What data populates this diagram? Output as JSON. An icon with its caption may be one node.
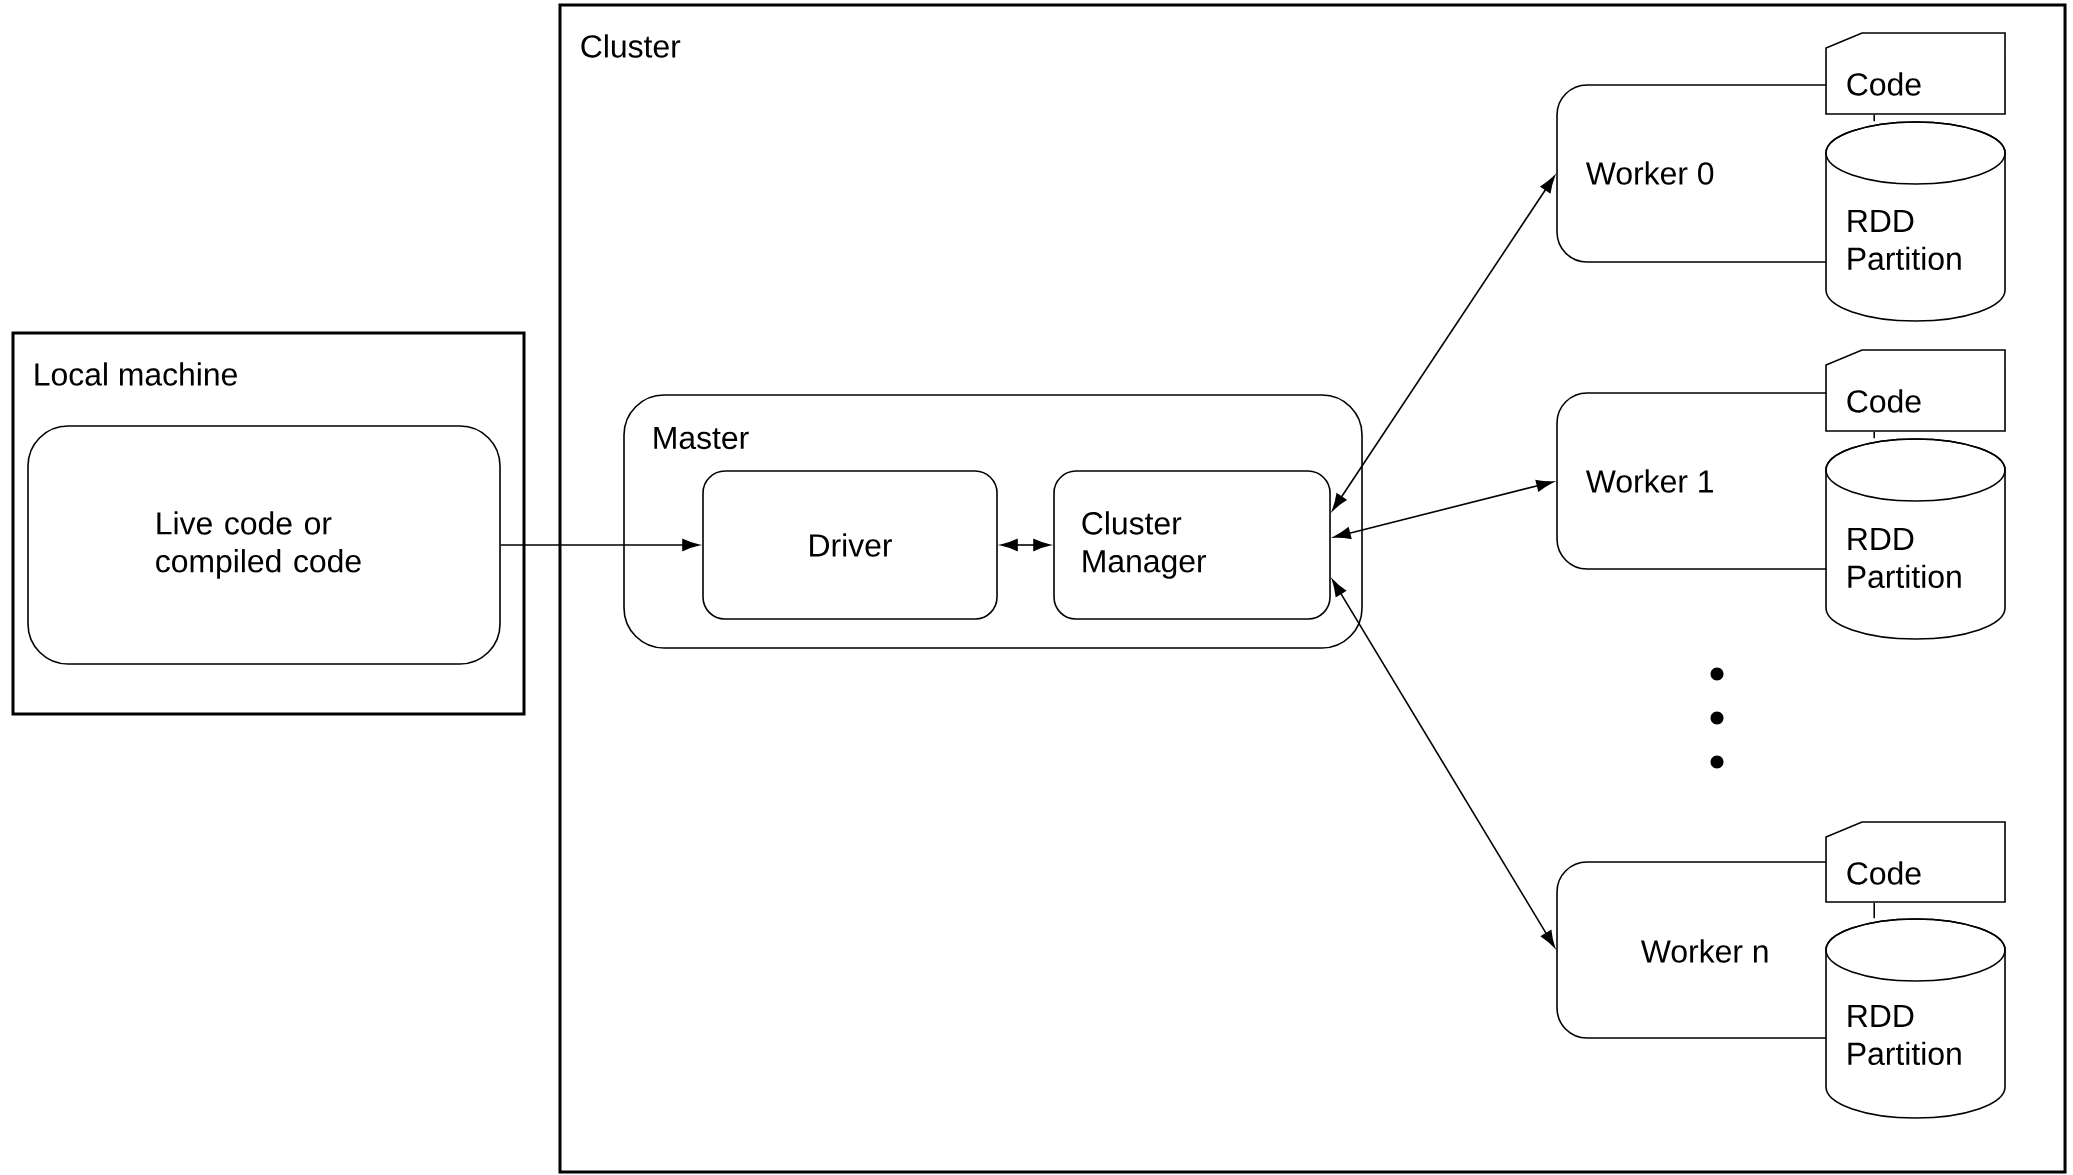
{
  "diagram": {
    "nodes": [
      {
        "text": [
          "Cluster"
        ]
      },
      {
        "text": [
          "Local machine"
        ]
      },
      {
        "text": [
          "Live code or compiled code"
        ],
        "in": 1
      },
      {
        "text": [
          "Master"
        ],
        "in": 0
      },
      {
        "text": [
          "Driver"
        ],
        "in": 3
      },
      {
        "text": [
          "Cluster Manager"
        ],
        "in": 3
      },
      {
        "text": [
          "Worker 0"
        ],
        "in": 0
      },
      {
        "text": [
          "Code"
        ],
        "in": 0
      },
      {
        "text": [
          "RDD Partition"
        ],
        "in": 0
      },
      {
        "text": [
          "Worker 1"
        ],
        "in": 0
      },
      {
        "text": [
          "Code"
        ],
        "in": 0
      },
      {
        "text": [
          "RDD Partition"
        ],
        "in": 0
      },
      {
        "text": [
          "Worker n"
        ],
        "in": 0
      },
      {
        "text": [
          "Code"
        ],
        "in": 0
      },
      {
        "text": [
          "RDD Partition"
        ],
        "in": 0
      }
    ],
    "edges": [
      {
        "from": 2,
        "to": 4,
        "arrow": "to"
      },
      {
        "from": 4,
        "to": 5,
        "arrow": "both"
      },
      {
        "from": 5,
        "to": 6,
        "arrow": "both"
      },
      {
        "from": 5,
        "to": 9,
        "arrow": "both"
      },
      {
        "from": 5,
        "to": 12,
        "arrow": "both"
      },
      {
        "from": 7,
        "to": 8,
        "arrow": "none"
      },
      {
        "from": 10,
        "to": 11,
        "arrow": "none"
      },
      {
        "from": 13,
        "to": 14,
        "arrow": "none"
      }
    ]
  }
}
